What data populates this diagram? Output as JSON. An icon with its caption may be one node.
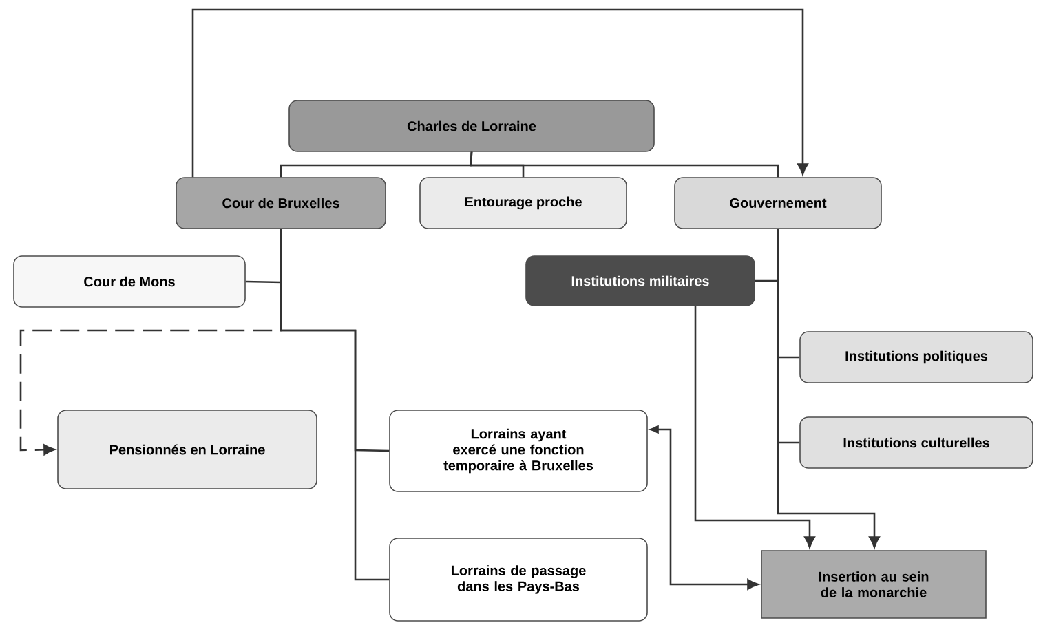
{
  "diagram": {
    "nodes": [
      {
        "text": [
          "Charles de Lorraine"
        ]
      },
      {
        "text": [
          "Cour de Bruxelles"
        ]
      },
      {
        "text": [
          "Entourage proche"
        ]
      },
      {
        "text": [
          "Gouvernement"
        ]
      },
      {
        "text": [
          "Cour de Mons"
        ]
      },
      {
        "text": [
          "Institutions militaires"
        ]
      },
      {
        "text": [
          "Institutions politiques"
        ]
      },
      {
        "text": [
          "Institutions culturelles"
        ]
      },
      {
        "text": [
          "Pensionnés en Lorraine"
        ]
      },
      {
        "text": [
          "Lorrains ayant exercé une fonction temporaire à Bruxelles"
        ]
      },
      {
        "text": [
          "Lorrains de passage dans les Pays-Bas"
        ]
      },
      {
        "text": [
          "Insertion au sein de la monarchie"
        ]
      }
    ],
    "edges": [
      {
        "from": 0,
        "to": 1,
        "arrow": "none"
      },
      {
        "from": 0,
        "to": 2,
        "arrow": "none"
      },
      {
        "from": 0,
        "to": 3,
        "arrow": "none"
      },
      {
        "from": 1,
        "to": 3,
        "arrow": "to"
      },
      {
        "from": 1,
        "to": 4,
        "arrow": "none"
      },
      {
        "from": 1,
        "to": 8,
        "arrow": "to",
        "style": "dashed"
      },
      {
        "from": 1,
        "to": 9,
        "arrow": "none"
      },
      {
        "from": 1,
        "to": 10,
        "arrow": "none"
      },
      {
        "from": 3,
        "to": 5,
        "arrow": "none"
      },
      {
        "from": 3,
        "to": 6,
        "arrow": "none"
      },
      {
        "from": 3,
        "to": 7,
        "arrow": "none"
      },
      {
        "from": 3,
        "to": 11,
        "arrow": "to"
      },
      {
        "from": 5,
        "to": 11,
        "arrow": "to"
      },
      {
        "from": 9,
        "to": 11,
        "arrow": "both"
      }
    ]
  }
}
